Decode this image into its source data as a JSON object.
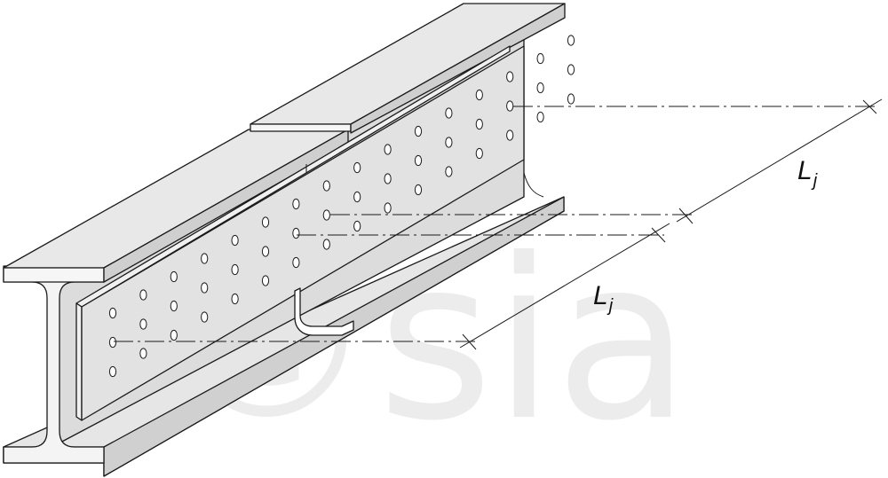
{
  "diagram": {
    "watermark": "©sia",
    "dimensions": [
      {
        "symbol": "L",
        "subscript": "j"
      },
      {
        "symbol": "L",
        "subscript": "j"
      }
    ]
  }
}
